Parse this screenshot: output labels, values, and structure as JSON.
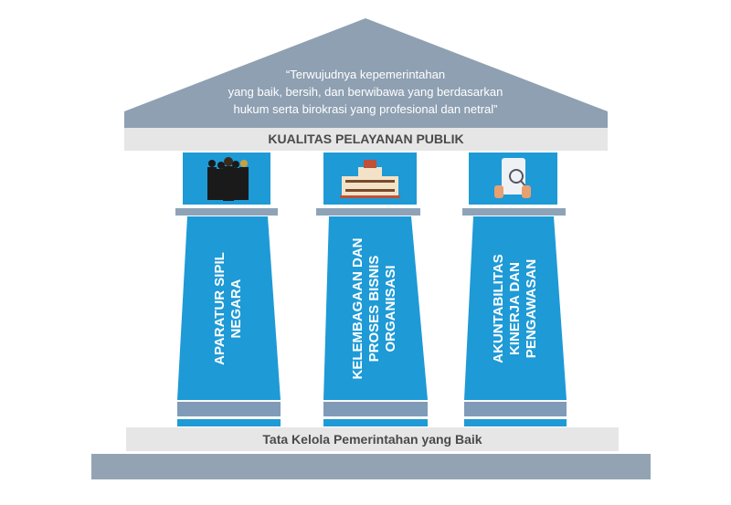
{
  "roof": {
    "quote_lines": [
      "“Terwujudnya kepemerintahan",
      "yang baik, bersih, dan berwibawa yang berdasarkan",
      "hukum serta birokrasi yang profesional dan netral”"
    ]
  },
  "top_band": "KUALITAS PELAYANAN PUBLIK",
  "pillars": [
    {
      "lines": [
        "APARATUR SIPIL",
        "NEGARA"
      ],
      "icon": "civil-servants-icon"
    },
    {
      "lines": [
        "KELEMBAGAAN DAN",
        "PROSES BISNIS",
        "ORGANISASI"
      ],
      "icon": "government-building-icon"
    },
    {
      "lines": [
        "AKUNTABILITAS",
        "KINERJA DAN",
        "PENGAWASAN"
      ],
      "icon": "tablet-magnifier-icon"
    }
  ],
  "base_band": "Tata Kelola Pemerintahan yang Baik",
  "colors": {
    "blue": "#1e9ad6",
    "gray": "#8ea0b2",
    "light": "#e6e6e6"
  }
}
